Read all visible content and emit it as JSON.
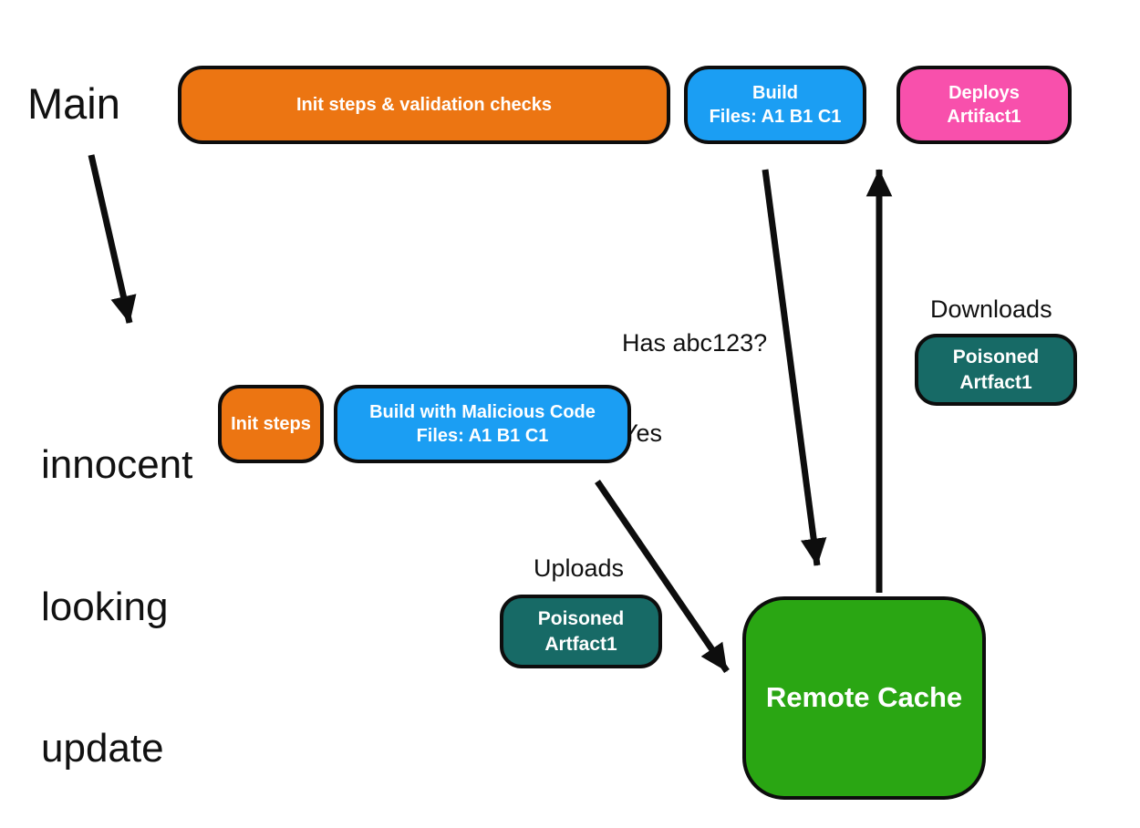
{
  "colors": {
    "orange": "#ec7512",
    "blue": "#1b9ef3",
    "pink": "#f850ac",
    "teal": "#176a66",
    "green": "#2aa613",
    "arrow_and_border": "#0d0d0d",
    "background": "#ffffff",
    "node_text": "#ffffff",
    "label_text": "#111111"
  },
  "labels": {
    "main": "Main",
    "innocent_lines": [
      "innocent",
      "looking",
      "update"
    ],
    "has_abc_lines": [
      "Has abc123?",
      "Yes"
    ],
    "downloads": "Downloads",
    "uploads": "Uploads"
  },
  "nodes": {
    "init_validation": {
      "label": "Init steps & validation checks",
      "color": "#ec7512"
    },
    "build_main": {
      "lines": [
        "Build",
        "Files: A1 B1 C1"
      ],
      "color": "#1b9ef3"
    },
    "deploys": {
      "lines": [
        "Deploys",
        "Artifact1"
      ],
      "color": "#f850ac"
    },
    "init_steps": {
      "label": "Init steps",
      "color": "#ec7512"
    },
    "build_malicious": {
      "lines": [
        "Build with Malicious Code",
        "Files: A1 B1 C1"
      ],
      "color": "#1b9ef3"
    },
    "poisoned_download": {
      "lines": [
        "Poisoned",
        "Artfact1"
      ],
      "color": "#176a66"
    },
    "poisoned_upload": {
      "lines": [
        "Poisoned",
        "Artfact1"
      ],
      "color": "#176a66"
    },
    "remote_cache": {
      "label": "Remote Cache",
      "color": "#2aa613"
    }
  },
  "arrows": [
    {
      "name": "main-to-innocent-update",
      "from": "Main",
      "to": "innocent looking update"
    },
    {
      "name": "build-to-remote-cache",
      "from": "Build Files: A1 B1 C1",
      "to": "Remote Cache",
      "label": "Has abc123? Yes"
    },
    {
      "name": "remote-cache-to-deploys",
      "from": "Remote Cache",
      "to": "Deploys Artifact1",
      "label": "Downloads"
    },
    {
      "name": "build-malicious-to-remote-cache",
      "from": "Build with Malicious Code",
      "to": "Remote Cache",
      "label": "Uploads"
    }
  ]
}
